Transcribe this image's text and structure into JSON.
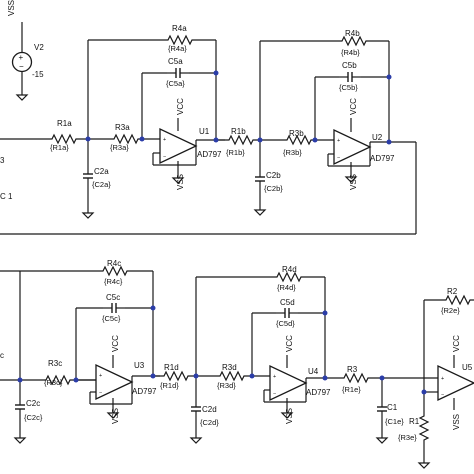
{
  "source": {
    "ref": "V2",
    "value": "-15",
    "top_net": "VSS"
  },
  "stages": [
    {
      "id": "a",
      "r_in": {
        "ref": "R1a",
        "val": "{R1a}"
      },
      "r_series": {
        "ref": "R3a",
        "val": "{R3a}"
      },
      "r_fb": {
        "ref": "R4a",
        "val": "{R4a}"
      },
      "c_fb": {
        "ref": "C5a",
        "val": "{C5a}"
      },
      "c_gnd": {
        "ref": "C2a",
        "val": "{C2a}"
      },
      "amp": {
        "ref": "U1",
        "model": "AD797",
        "vcc": "VCC",
        "vss": "VSS"
      }
    },
    {
      "id": "b",
      "r_in": {
        "ref": "R1b",
        "val": "{R1b}"
      },
      "r_series": {
        "ref": "R3b",
        "val": "{R3b}"
      },
      "r_fb": {
        "ref": "R4b",
        "val": "{R4b}"
      },
      "c_fb": {
        "ref": "C5b",
        "val": "{C5b}"
      },
      "c_gnd": {
        "ref": "C2b",
        "val": "{C2b}"
      },
      "amp": {
        "ref": "U2",
        "model": "AD797",
        "vcc": "VCC",
        "vss": "VSS"
      }
    },
    {
      "id": "c",
      "r_series": {
        "ref": "R3c",
        "val": "{R3c}"
      },
      "r_fb": {
        "ref": "R4c",
        "val": "{R4c}"
      },
      "c_fb": {
        "ref": "C5c",
        "val": "{C5c}"
      },
      "c_gnd": {
        "ref": "C2c",
        "val": "{C2c}"
      },
      "amp": {
        "ref": "U3",
        "model": "AD797",
        "vcc": "VCC",
        "vss": "VSS"
      }
    },
    {
      "id": "d",
      "r_in": {
        "ref": "R1d",
        "val": "{R1d}"
      },
      "r_series": {
        "ref": "R3d",
        "val": "{R3d}"
      },
      "r_fb": {
        "ref": "R4d",
        "val": "{R4d}"
      },
      "c_fb": {
        "ref": "C5d",
        "val": "{C5d}"
      },
      "c_gnd": {
        "ref": "C2d",
        "val": "{C2d}"
      },
      "amp": {
        "ref": "U4",
        "model": "AD797",
        "vcc": "VCC",
        "vss": "VSS"
      }
    },
    {
      "id": "e",
      "r_in": {
        "ref": "R3",
        "val": "{R1e}"
      },
      "c_gnd": {
        "ref": "C1",
        "val": "{C1e}"
      },
      "r_fb": {
        "ref": "R2",
        "val": "{R2e}"
      },
      "r_gnd": {
        "ref": "R1",
        "val": "{R3e}"
      },
      "amp": {
        "ref": "U5",
        "model": "",
        "vcc": "VCC",
        "vss": "VSS"
      }
    }
  ],
  "partial_labels": {
    "left_source_ref": "3",
    "left_ac": "C 1",
    "left_c": "c"
  },
  "colors": {
    "wire": "#1a1a1a",
    "junction": "#2b3da8",
    "background": "#ffffff"
  }
}
